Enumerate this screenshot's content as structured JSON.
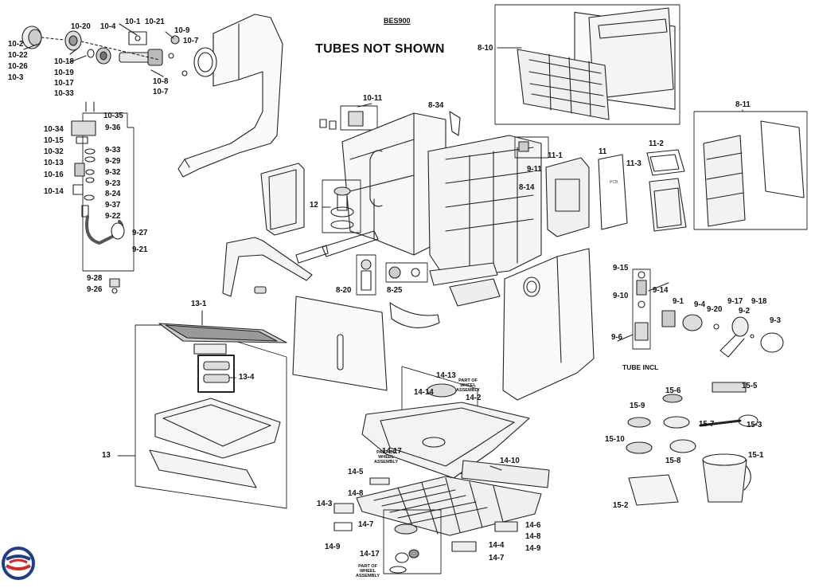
{
  "diagram": {
    "model": "BES900",
    "note": "TUBES NOT SHOWN",
    "tube_note": "TUBE INCL",
    "pcb_text": "PCB",
    "wheel_note_1": "PART OF WHEEL ASSEMBLY",
    "wheel_note_2": "PART OF WHEEL ASSEMBLY",
    "wheel_note_3": "PART OF WHEEL ASSEMBLY",
    "parts": [
      "10-2",
      "10-22",
      "10-26",
      "10-3",
      "10-20",
      "10-4",
      "10-1",
      "10-21",
      "10-9",
      "10-7",
      "10-18",
      "10-19",
      "10-17",
      "10-33",
      "10-8",
      "10-7",
      "10-35",
      "10-34",
      "9-36",
      "10-15",
      "9-33",
      "10-32",
      "9-29",
      "10-13",
      "9-32",
      "10-16",
      "9-23",
      "8-24",
      "10-14",
      "9-37",
      "9-22",
      "9-27",
      "9-21",
      "9-28",
      "9-26",
      "10-11",
      "8-34",
      "12",
      "9-11",
      "8-14",
      "11-1",
      "11",
      "11-2",
      "11-3",
      "8-10",
      "8-11",
      "8-20",
      "8-25",
      "9-15",
      "9-14",
      "9-10",
      "9-1",
      "9-4",
      "9-20",
      "9-17",
      "9-2",
      "9-18",
      "9-6",
      "9-3",
      "13-1",
      "13-4",
      "13",
      "14-13",
      "14-14",
      "14-2",
      "14-17",
      "14-5",
      "14-10",
      "14-8",
      "14-3",
      "14-7",
      "14-9",
      "14-6",
      "14-8",
      "14-4",
      "14-9",
      "14-17",
      "14-7",
      "15-6",
      "15-5",
      "15-9",
      "15-7",
      "15-3",
      "15-10",
      "15-8",
      "15-1",
      "15-2"
    ]
  }
}
